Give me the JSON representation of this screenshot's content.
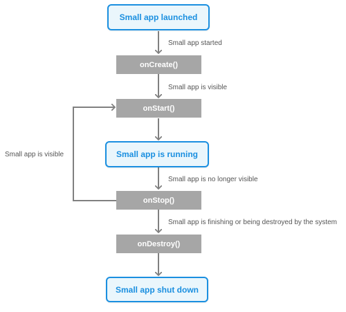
{
  "colors": {
    "state_border": "#1a8fe0",
    "state_fill": "#eaf6fc",
    "state_text": "#1a8fe0",
    "method_fill": "#a6a6a6",
    "method_text": "#ffffff",
    "arrow": "#808080",
    "label_text": "#555555"
  },
  "states": {
    "launched": "Small app launched",
    "running": "Small app is running",
    "shutdown": "Small app shut down"
  },
  "methods": {
    "on_create": "onCreate()",
    "on_start": "onStart()",
    "on_stop": "onStop()",
    "on_destroy": "onDestroy()"
  },
  "transitions": {
    "started": "Small app started",
    "visible_after_create": "Small app is visible",
    "no_longer_visible": "Small app is no longer visible",
    "finishing": "Small app is finishing or being destroyed by the system",
    "loop_back": "Small app is visible"
  }
}
